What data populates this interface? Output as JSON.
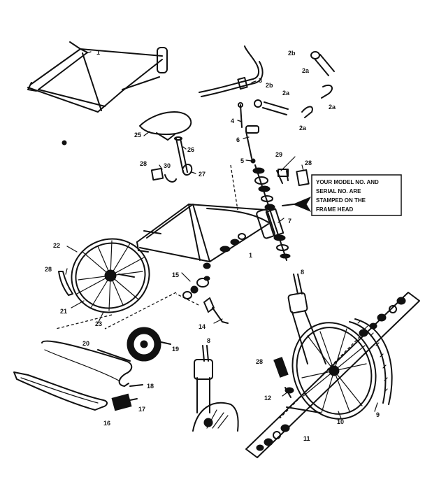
{
  "callout_note": {
    "lines": [
      "YOUR MODEL NO. AND",
      "SERIAL NO. ARE",
      "STAMPED ON THE",
      "FRAME HEAD"
    ]
  },
  "part_labels": {
    "p1a": "1",
    "p1b": "1",
    "p2b_a": "2b",
    "p2a_a": "2a",
    "p2b_b": "2b",
    "p2a_b": "2a",
    "p2a_c": "2a",
    "p2a_d": "2a",
    "p3": "3",
    "p4": "4",
    "p5": "5",
    "p6": "6",
    "p7": "7",
    "p8a": "8",
    "p8b": "8",
    "p9": "9",
    "p10": "10",
    "p11": "11",
    "p12": "12",
    "p14": "14",
    "p15": "15",
    "p16": "16",
    "p17": "17",
    "p18": "18",
    "p19": "19",
    "p20": "20",
    "p21": "21",
    "p22": "22",
    "p23": "23",
    "p25": "25",
    "p26": "26",
    "p27": "27",
    "p28a": "28",
    "p28b": "28",
    "p28c": "28",
    "p28d": "28",
    "p29": "29",
    "p30": "30"
  }
}
